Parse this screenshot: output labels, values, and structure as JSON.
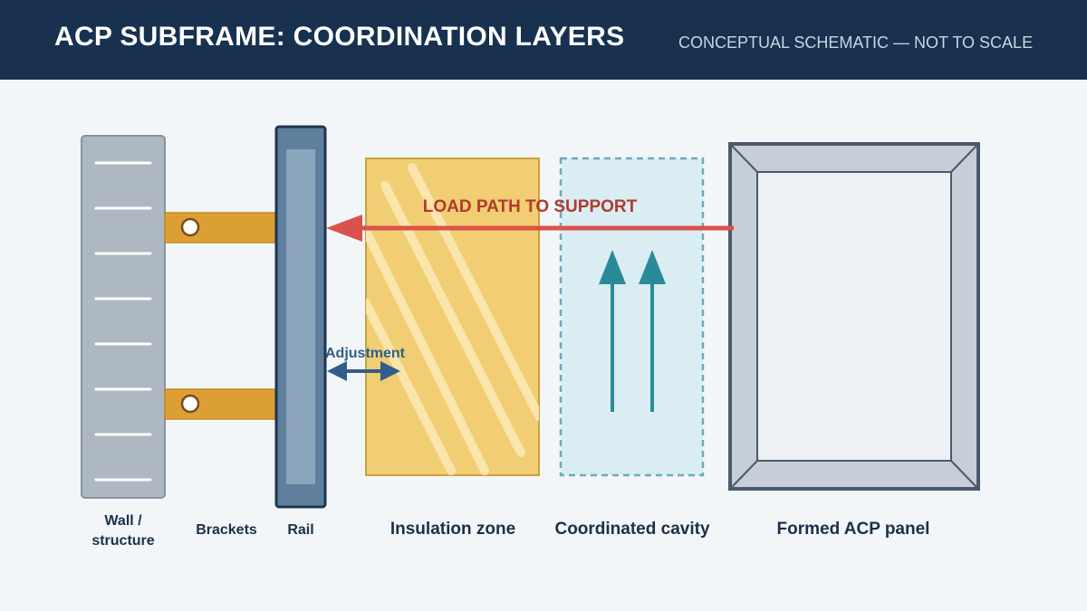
{
  "header": {
    "title": "ACP SUBFRAME: COORDINATION LAYERS",
    "subtitle": "CONCEPTUAL SCHEMATIC — NOT TO SCALE"
  },
  "annotations": {
    "load_path": "LOAD PATH TO SUPPORT",
    "adjustment": "Adjustment"
  },
  "labels": {
    "wall_line1": "Wall /",
    "wall_line2": "structure",
    "brackets": "Brackets",
    "rail": "Rail",
    "insulation": "Insulation zone",
    "cavity": "Coordinated cavity",
    "panel": "Formed ACP panel"
  },
  "colors": {
    "header_bg": "#17314f",
    "load_path": "#d9534a",
    "load_path_text": "#b03a2e",
    "airflow": "#2b8a99",
    "adjustment": "#2f5f8a",
    "bracket": "#dc9f33",
    "insulation": "#f1cd73",
    "rail": "#5f7f9c",
    "wall": "#aeb8c2"
  }
}
